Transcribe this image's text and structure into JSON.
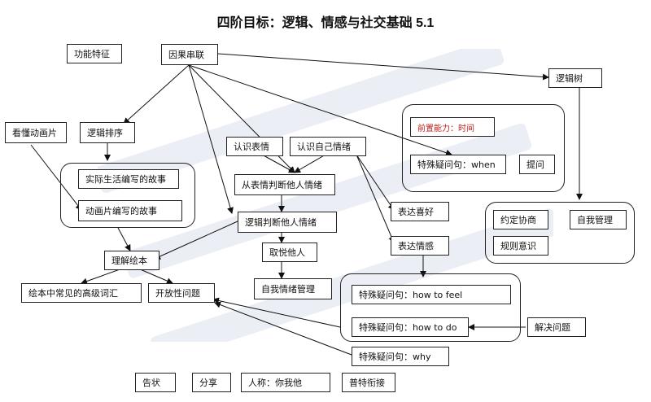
{
  "title": "四阶目标：逻辑、情感与社交基础 5.1",
  "nodes": {
    "gongneng": "功能特征",
    "yinguo": "因果串联",
    "luojishu": "逻辑树",
    "kandong": "看懂动画片",
    "luojipaixu": "逻辑排序",
    "shiji": "实际生活编写的故事",
    "donghua": "动画片编写的故事",
    "renshi_biaoqing": "认识表情",
    "renshi_ziji": "认识自己情绪",
    "biaoqing_panduan": "从表情判断他人情绪",
    "luoji_panduan": "逻辑判断他人情绪",
    "quyue": "取悦他人",
    "ziwo_guanli_qingxu": "自我情绪管理",
    "lijie": "理解绘本",
    "cihui": "绘本中常见的高级词汇",
    "kaifang": "开放性问题",
    "qianzhi": "前置能力：时间",
    "when": "特殊疑问句：when",
    "tiwen": "提问",
    "biaoda_xihao": "表达喜好",
    "biaoda_qinggan": "表达情感",
    "yueding": "约定协商",
    "ziwo_guanli": "自我管理",
    "guize": "规则意识",
    "howfeel": "特殊疑问句：how to  feel",
    "howdo": "特殊疑问句：how to do",
    "jiejue": "解决问题",
    "why": "特殊疑问句：why",
    "gaozhuang": "告状",
    "fenxiang": "分享",
    "renchen": "人称：你我他",
    "putong": "普特衔接"
  }
}
